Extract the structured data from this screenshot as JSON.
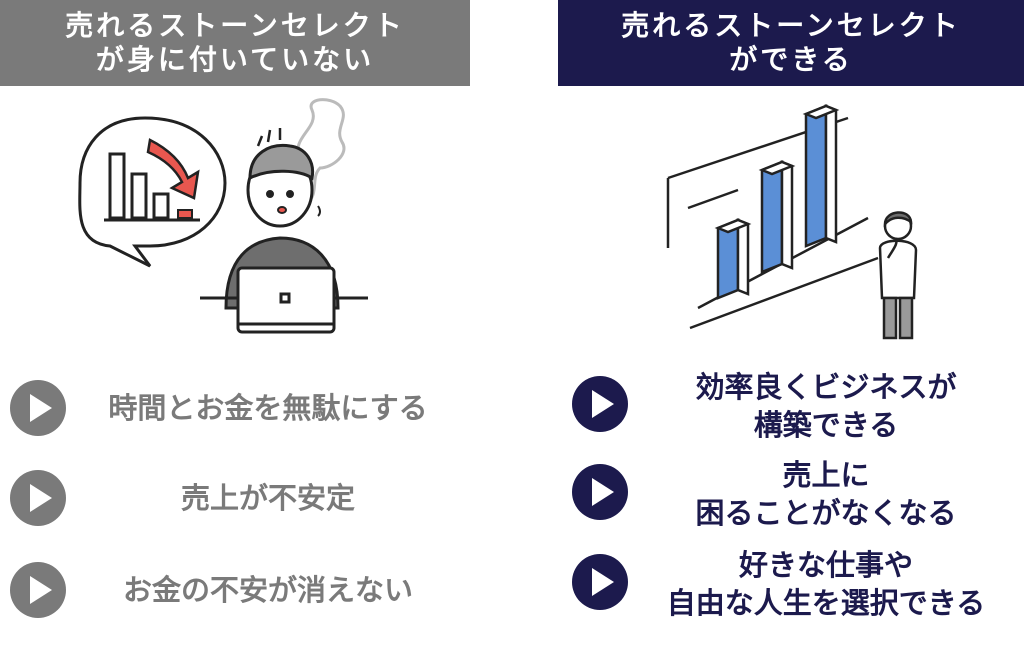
{
  "left": {
    "header_line1": "売れるストーンセレクト",
    "header_line2": "が身に付いていない",
    "items": [
      {
        "lines": [
          "時間とお金を無駄にする"
        ]
      },
      {
        "lines": [
          "売上が不安定"
        ]
      },
      {
        "lines": [
          "お金の不安が消えない"
        ]
      }
    ]
  },
  "right": {
    "header_line1": "売れるストーンセレクト",
    "header_line2": "ができる",
    "items": [
      {
        "lines": [
          "効率良くビジネスが",
          "構築できる"
        ]
      },
      {
        "lines": [
          "売上に",
          "困ることがなくなる"
        ]
      },
      {
        "lines": [
          "好きな仕事や",
          "自由な人生を選択できる"
        ]
      }
    ]
  },
  "colors": {
    "gray": "#7a7a7a",
    "navy": "#1c1a4d",
    "arrow_red": "#e8574f",
    "bar_blue": "#5b8fd6"
  },
  "icons": {
    "left_illustration": "worried-person-laptop-icon",
    "right_illustration": "rising-bar-chart-person-icon",
    "bullet": "play-triangle-icon"
  }
}
